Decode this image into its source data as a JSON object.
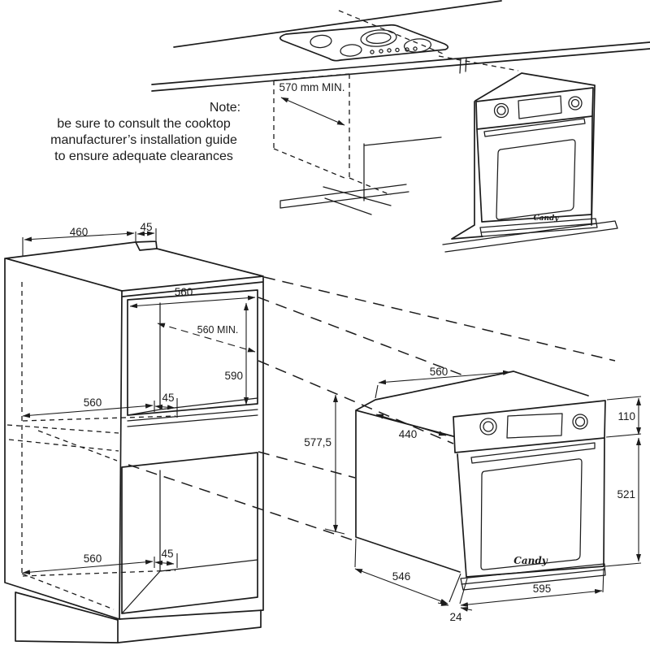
{
  "colors": {
    "line": "#1c1c1c",
    "background": "#ffffff"
  },
  "note": {
    "title": "Note:",
    "lines": [
      "be sure to consult the cooktop",
      "manufacturer’s installation guide",
      "to ensure adequate clearances"
    ]
  },
  "top_view": {
    "clearance": "570 mm MIN."
  },
  "cabinet": {
    "top_depth": "460",
    "top_gap": "45",
    "opening_width": "560",
    "depth_min": "560 MIN.",
    "opening_height": "590",
    "mid_depth": "560",
    "mid_gap": "45",
    "bottom_depth": "560",
    "bottom_gap": "45",
    "niche_height": "577,5"
  },
  "oven": {
    "top_width": "560",
    "top_depth": "440",
    "panel_height": "110",
    "door_height": "521",
    "side_depth": "546",
    "front_width": "595",
    "door_thickness": "24",
    "brand": "Candy"
  }
}
